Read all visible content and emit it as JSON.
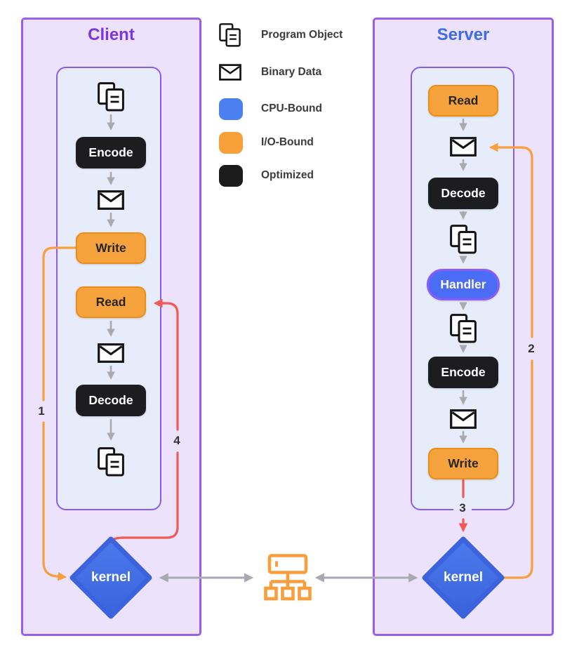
{
  "client": {
    "title": "Client",
    "pipeline": {
      "encode": "Encode",
      "write": "Write",
      "read": "Read",
      "decode": "Decode"
    },
    "kernel_label": "kernel",
    "flow_numbers": {
      "write_to_kernel": "1",
      "kernel_to_read": "4"
    }
  },
  "server": {
    "title": "Server",
    "pipeline": {
      "read": "Read",
      "decode": "Decode",
      "handler": "Handler",
      "encode": "Encode",
      "write": "Write"
    },
    "kernel_label": "kernel",
    "flow_numbers": {
      "kernel_to_binary": "2",
      "write_to_kernel": "3"
    }
  },
  "legend": {
    "items": [
      {
        "icon": "program-object-icon",
        "label": "Program Object"
      },
      {
        "icon": "binary-data-icon",
        "label": "Binary Data"
      },
      {
        "icon": "cpu-bound-swatch",
        "label": "CPU-Bound",
        "color": "#4C80F0"
      },
      {
        "icon": "io-bound-swatch",
        "label": "I/O-Bound",
        "color": "#F7A03A"
      },
      {
        "icon": "optimized-swatch",
        "label": "Optimized",
        "color": "#1B1B1B"
      }
    ]
  },
  "colors": {
    "panel_border": "#985FEC",
    "panel_fill": "#EDE2FB",
    "inner_fill": "#E6ECFA",
    "client_title": "#7D33E6",
    "server_title": "#3E6BE8",
    "kernel_fill": "#3F6CE3",
    "handler_fill": "#4B6CF5",
    "handler_border": "#8B5CF6",
    "io_button_fill": "#F6A33E",
    "optimized_button_fill": "#1D1D1F",
    "orange_arrow": "#F89E3D",
    "red_arrow": "#F05A54",
    "gray_arrow": "#A9A9B2"
  }
}
